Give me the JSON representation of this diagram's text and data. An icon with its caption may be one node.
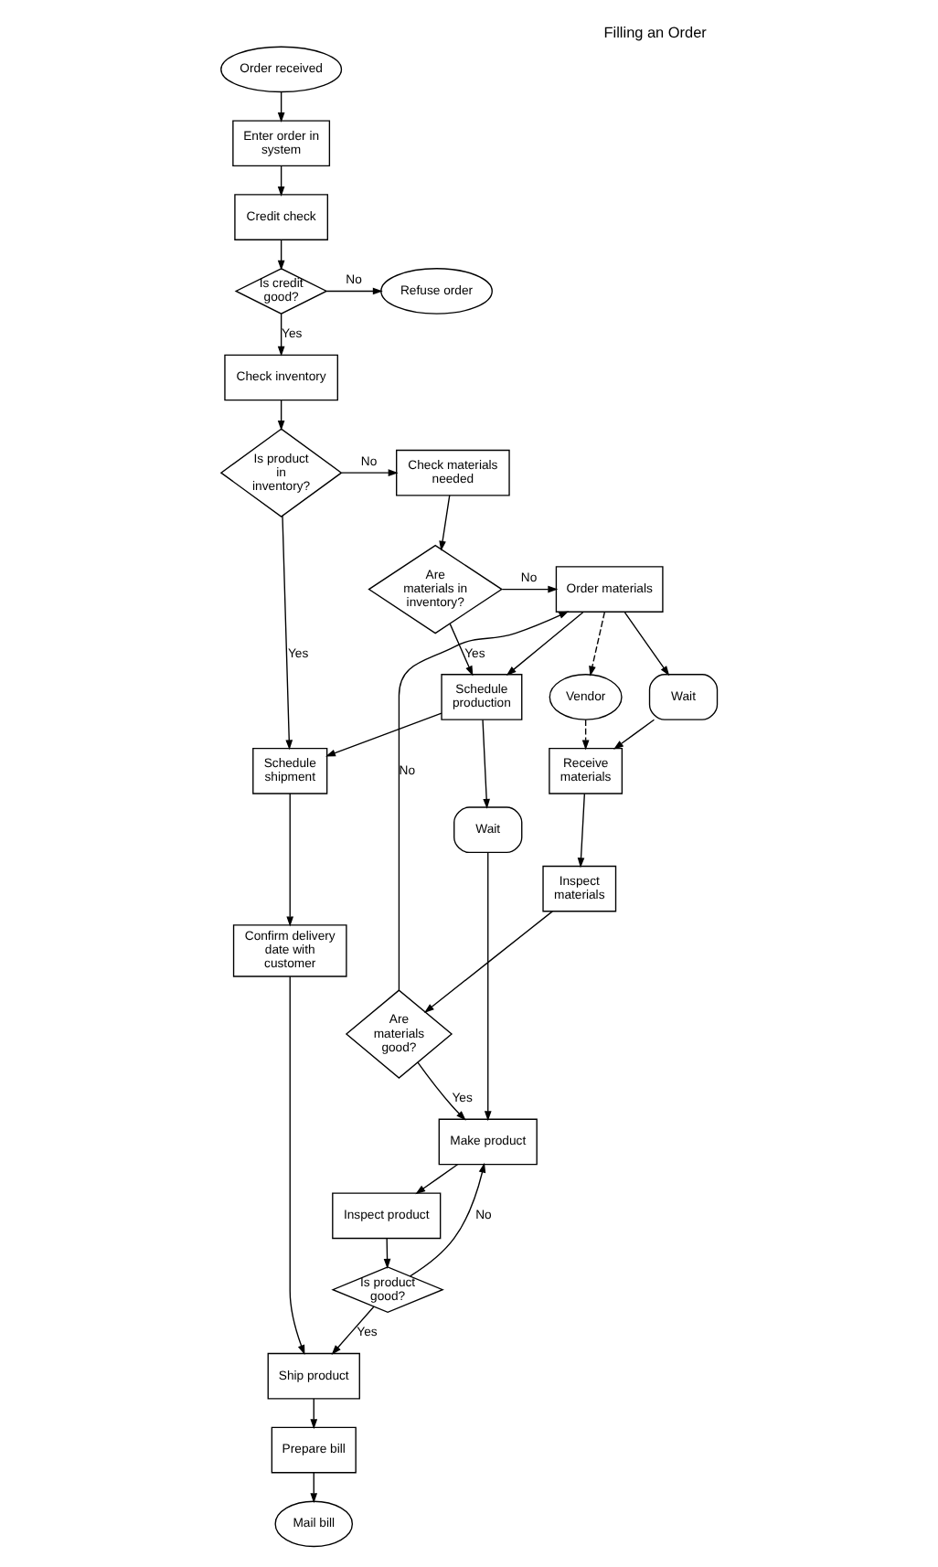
{
  "diagram": {
    "title": "Filling an Order",
    "nodes": [
      {
        "text": [
          "Order received"
        ]
      },
      {
        "text": [
          "Enter order in system"
        ]
      },
      {
        "text": [
          "Credit check"
        ]
      },
      {
        "text": [
          "Is credit good?"
        ]
      },
      {
        "text": [
          "Refuse order"
        ]
      },
      {
        "text": [
          "Check inventory"
        ]
      },
      {
        "text": [
          "Is product in inventory?"
        ]
      },
      {
        "text": [
          "Check materials needed"
        ]
      },
      {
        "text": [
          "Are materials in inventory?"
        ]
      },
      {
        "text": [
          "Order materials"
        ]
      },
      {
        "text": [
          "Vendor"
        ]
      },
      {
        "text": [
          "Schedule production"
        ]
      },
      {
        "text": [
          "Wait"
        ]
      },
      {
        "text": [
          "Receive materials"
        ]
      },
      {
        "text": [
          "Inspect materials"
        ]
      },
      {
        "text": [
          "Are materials good?"
        ]
      },
      {
        "text": [
          "Schedule shipment"
        ]
      },
      {
        "text": [
          "Wait"
        ]
      },
      {
        "text": [
          "Confirm delivery date with customer"
        ]
      },
      {
        "text": [
          "Make product"
        ]
      },
      {
        "text": [
          "Inspect product"
        ]
      },
      {
        "text": [
          "Is product good?"
        ]
      },
      {
        "text": [
          "Ship product"
        ]
      },
      {
        "text": [
          "Prepare bill"
        ]
      },
      {
        "text": [
          "Mail bill"
        ]
      }
    ],
    "edges": [
      {
        "from": 0,
        "to": 1,
        "arrow": "to"
      },
      {
        "from": 1,
        "to": 2,
        "arrow": "to"
      },
      {
        "from": 2,
        "to": 3,
        "arrow": "to"
      },
      {
        "from": 3,
        "to": 4,
        "arrow": "to",
        "label": "No"
      },
      {
        "from": 3,
        "to": 5,
        "arrow": "to",
        "label": "Yes"
      },
      {
        "from": 5,
        "to": 6,
        "arrow": "to"
      },
      {
        "from": 6,
        "to": 7,
        "arrow": "to",
        "label": "No"
      },
      {
        "from": 6,
        "to": 16,
        "arrow": "to",
        "label": "Yes"
      },
      {
        "from": 7,
        "to": 8,
        "arrow": "to"
      },
      {
        "from": 8,
        "to": 9,
        "arrow": "to",
        "label": "No"
      },
      {
        "from": 8,
        "to": 11,
        "arrow": "to",
        "label": "Yes"
      },
      {
        "from": 9,
        "to": 11,
        "arrow": "to"
      },
      {
        "from": 9,
        "to": 12,
        "arrow": "to"
      },
      {
        "from": 9,
        "to": 10,
        "arrow": "to",
        "style": "dashed"
      },
      {
        "from": 10,
        "to": 13,
        "arrow": "to",
        "style": "dashed"
      },
      {
        "from": 12,
        "to": 13,
        "arrow": "to"
      },
      {
        "from": 13,
        "to": 14,
        "arrow": "to"
      },
      {
        "from": 14,
        "to": 15,
        "arrow": "to"
      },
      {
        "from": 15,
        "to": 19,
        "arrow": "to",
        "label": "Yes"
      },
      {
        "from": 15,
        "to": 9,
        "arrow": "to",
        "label": "No"
      },
      {
        "from": 11,
        "to": 16,
        "arrow": "to"
      },
      {
        "from": 11,
        "to": 17,
        "arrow": "to"
      },
      {
        "from": 17,
        "to": 19,
        "arrow": "to"
      },
      {
        "from": 16,
        "to": 18,
        "arrow": "to"
      },
      {
        "from": 18,
        "to": 22,
        "arrow": "to"
      },
      {
        "from": 19,
        "to": 20,
        "arrow": "to"
      },
      {
        "from": 20,
        "to": 21,
        "arrow": "to"
      },
      {
        "from": 21,
        "to": 19,
        "arrow": "to",
        "label": "No"
      },
      {
        "from": 21,
        "to": 22,
        "arrow": "to",
        "label": "Yes"
      },
      {
        "from": 22,
        "to": 23,
        "arrow": "to"
      },
      {
        "from": 23,
        "to": 24,
        "arrow": "to"
      }
    ]
  }
}
